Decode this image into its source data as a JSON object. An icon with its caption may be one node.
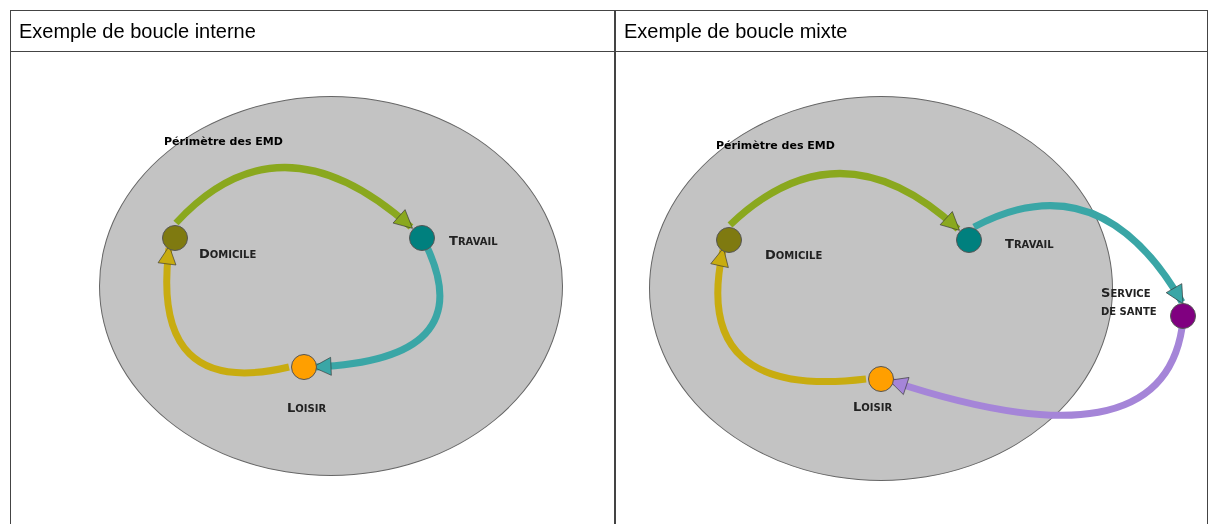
{
  "diagram": {
    "nodes": [
      {
        "text": [
          "Exemple de boucle interne"
        ]
      },
      {
        "text": [
          "Périmètre des EMD"
        ],
        "in": 0
      },
      {
        "text": [],
        "shape": "circle",
        "beside": [
          "DOMICILE"
        ],
        "in": 1
      },
      {
        "text": [],
        "shape": "circle",
        "beside": [
          "TRAVAIL"
        ],
        "in": 1
      },
      {
        "text": [],
        "shape": "circle",
        "beside": [
          "LOISIR"
        ],
        "in": 1
      },
      {
        "text": [
          "Exemple de boucle mixte"
        ]
      },
      {
        "text": [
          "Périmètre des EMD"
        ],
        "in": 5
      },
      {
        "text": [],
        "shape": "circle",
        "beside": [
          "DOMICILE"
        ],
        "in": 6
      },
      {
        "text": [],
        "shape": "circle",
        "beside": [
          "TRAVAIL"
        ],
        "in": 6
      },
      {
        "text": [],
        "shape": "circle",
        "beside": [
          "SERVICE DE SANTE"
        ],
        "in": 5
      },
      {
        "text": [],
        "shape": "circle",
        "beside": [
          "LOISIR"
        ],
        "in": 6
      }
    ],
    "edges": [
      {
        "from": 2,
        "to": 3,
        "arrow": "to",
        "color": "#8aa81e"
      },
      {
        "from": 3,
        "to": 4,
        "arrow": "to",
        "color": "#3aa6a6"
      },
      {
        "from": 4,
        "to": 2,
        "arrow": "to",
        "color": "#c8ac10"
      },
      {
        "from": 7,
        "to": 8,
        "arrow": "to",
        "color": "#8aa81e"
      },
      {
        "from": 8,
        "to": 9,
        "arrow": "to",
        "color": "#3aa6a6"
      },
      {
        "from": 9,
        "to": 10,
        "arrow": "to",
        "color": "#a585d8"
      },
      {
        "from": 10,
        "to": 7,
        "arrow": "to",
        "color": "#c8ac10"
      }
    ]
  }
}
